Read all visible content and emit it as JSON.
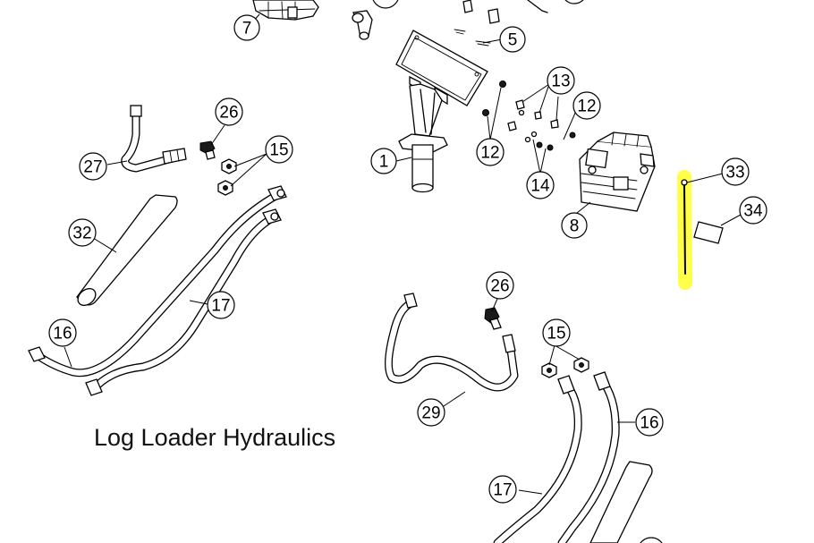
{
  "title": "Log Loader Hydraulics",
  "callouts": [
    {
      "label": "7"
    },
    {
      "label": "5"
    },
    {
      "label": "13"
    },
    {
      "label": "12"
    },
    {
      "label": "12"
    },
    {
      "label": "26"
    },
    {
      "label": "15"
    },
    {
      "label": "27"
    },
    {
      "label": "1"
    },
    {
      "label": "14"
    },
    {
      "label": "33"
    },
    {
      "label": "34"
    },
    {
      "label": "8"
    },
    {
      "label": "32"
    },
    {
      "label": "17"
    },
    {
      "label": "16"
    },
    {
      "label": "26"
    },
    {
      "label": "15"
    },
    {
      "label": "29"
    },
    {
      "label": "16"
    },
    {
      "label": "17"
    }
  ],
  "highlight_color": "#ffff33"
}
